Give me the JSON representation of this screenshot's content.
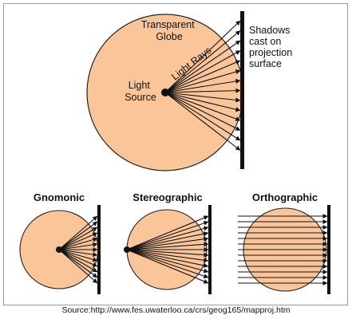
{
  "main_diagram": {
    "globe_label_line1": "Transparent",
    "globe_label_line2": "Globe",
    "rays_label": "Light Rays",
    "source_label_line1": "Light",
    "source_label_line2": "Source",
    "shadow_label_line1": "Shadows",
    "shadow_label_line2": "cast on",
    "shadow_label_line3": "projection",
    "shadow_label_line4": "surface"
  },
  "projections": [
    {
      "title": "Gnomonic"
    },
    {
      "title": "Stereographic"
    },
    {
      "title": "Orthographic"
    }
  ],
  "source_text": "Source:http://www.fes.uwaterloo.ca/crs/geog165/mapproj.htm",
  "colors": {
    "globe_fill": "#FBC59A",
    "globe_stroke": "#222222",
    "ray": "#111111",
    "surface": "#111111",
    "frame_border": "#9A9A9A"
  }
}
